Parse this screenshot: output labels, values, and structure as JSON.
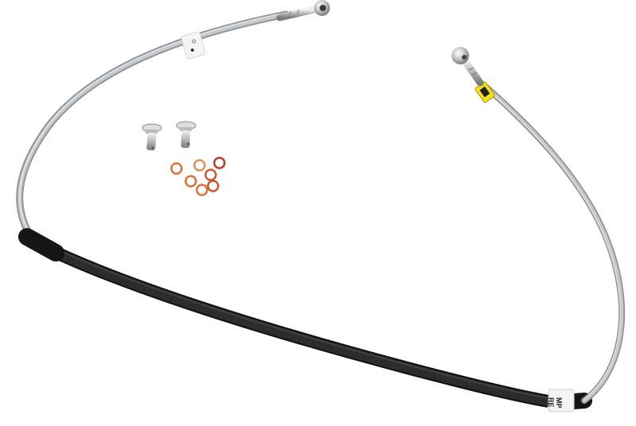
{
  "image": {
    "subject": "Stainless braided brake line kit",
    "background_color": "#ffffff",
    "components": {
      "brake_line": {
        "braid_color": "#b9bcc0",
        "sleeve_color": "#1e1e1e",
        "fitting_color": "#c8c8c8"
      },
      "label_top": {
        "text": "",
        "color": "#f4f4f4"
      },
      "label_yellow": {
        "text": "",
        "color": "#f2e21a"
      },
      "label_bottom": {
        "line1": "MP",
        "line2": "RE",
        "color": "#f4f4f4"
      },
      "banjo_bolts": {
        "count": 2,
        "color": "#c9c9c9"
      },
      "crush_washers": {
        "count": 7,
        "color": "#d9743a",
        "dark_color": "#b3402a"
      }
    }
  }
}
